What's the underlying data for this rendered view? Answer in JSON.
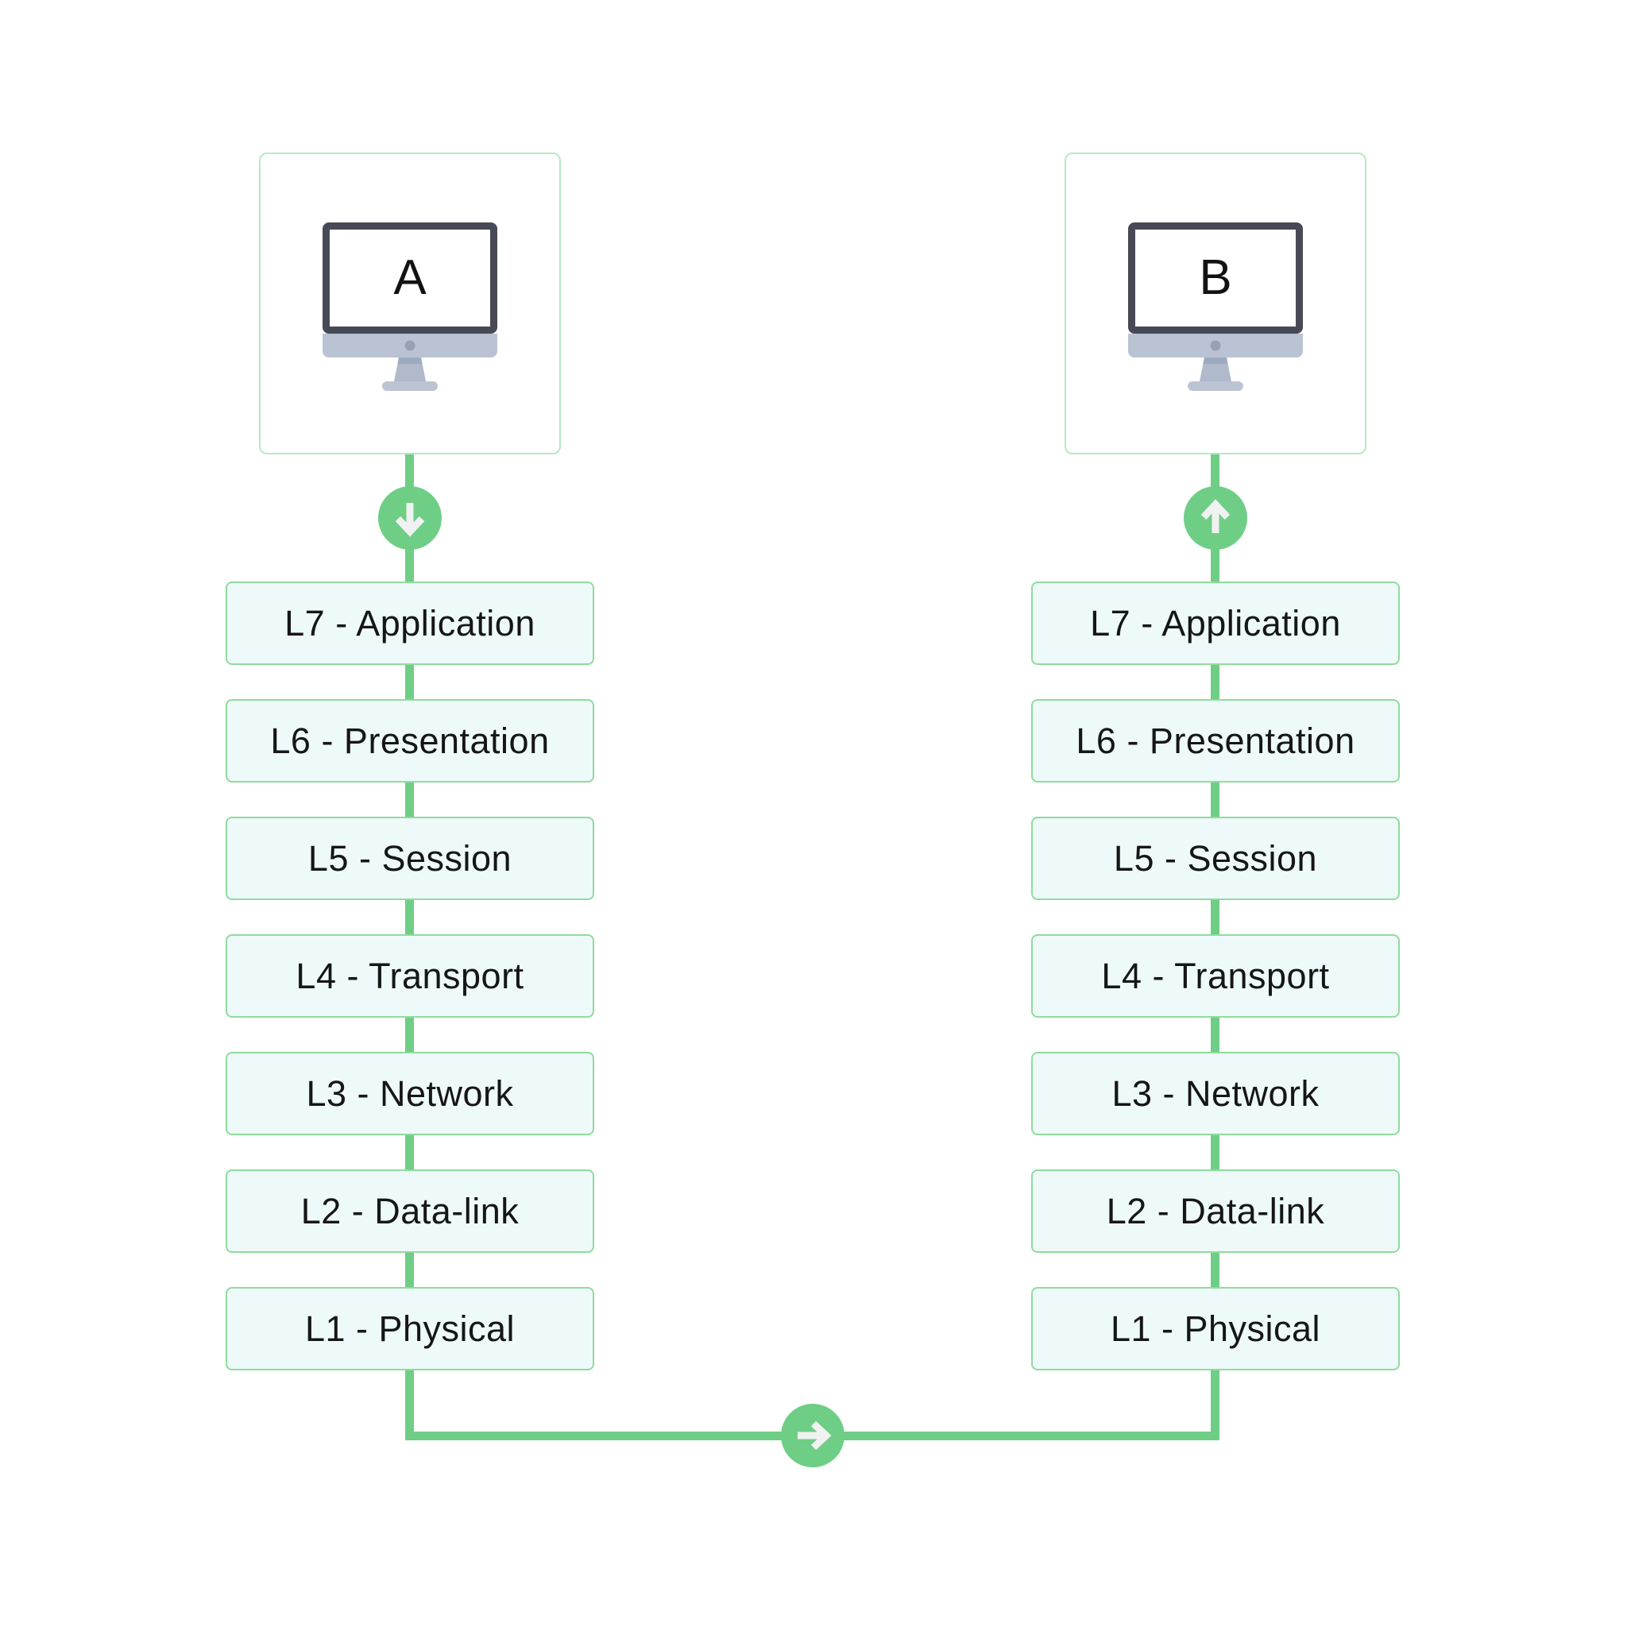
{
  "colors": {
    "green_line": "#6fce85",
    "square_border": "#b5eac2",
    "box_border": "#8fdc9c",
    "box_fill": "#eef9fa",
    "arrow_glyph": "#f0f2f2",
    "monitor_frame": "#474a56",
    "monitor_chin": "#bac3d3",
    "monitor_camera": "#96a1b6",
    "monitor_stand": "#b0bacb",
    "monitor_stand_shadow": "#9daabf",
    "monitor_base": "#bcc4d3",
    "text": "#161616"
  },
  "columns": [
    {
      "id": "A",
      "device_label": "A",
      "flow_icon": "arrow-down-icon",
      "layers": [
        "L7 - Application",
        "L6 - Presentation",
        "L5 - Session",
        "L4 - Transport",
        "L3 - Network",
        "L2 - Data-link",
        "L1 - Physical"
      ]
    },
    {
      "id": "B",
      "device_label": "B",
      "flow_icon": "arrow-up-icon",
      "layers": [
        "L7 - Application",
        "L6 - Presentation",
        "L5 - Session",
        "L4 - Transport",
        "L3 - Network",
        "L2 - Data-link",
        "L1 - Physical"
      ]
    }
  ],
  "link": {
    "icon": "arrow-right-icon"
  }
}
